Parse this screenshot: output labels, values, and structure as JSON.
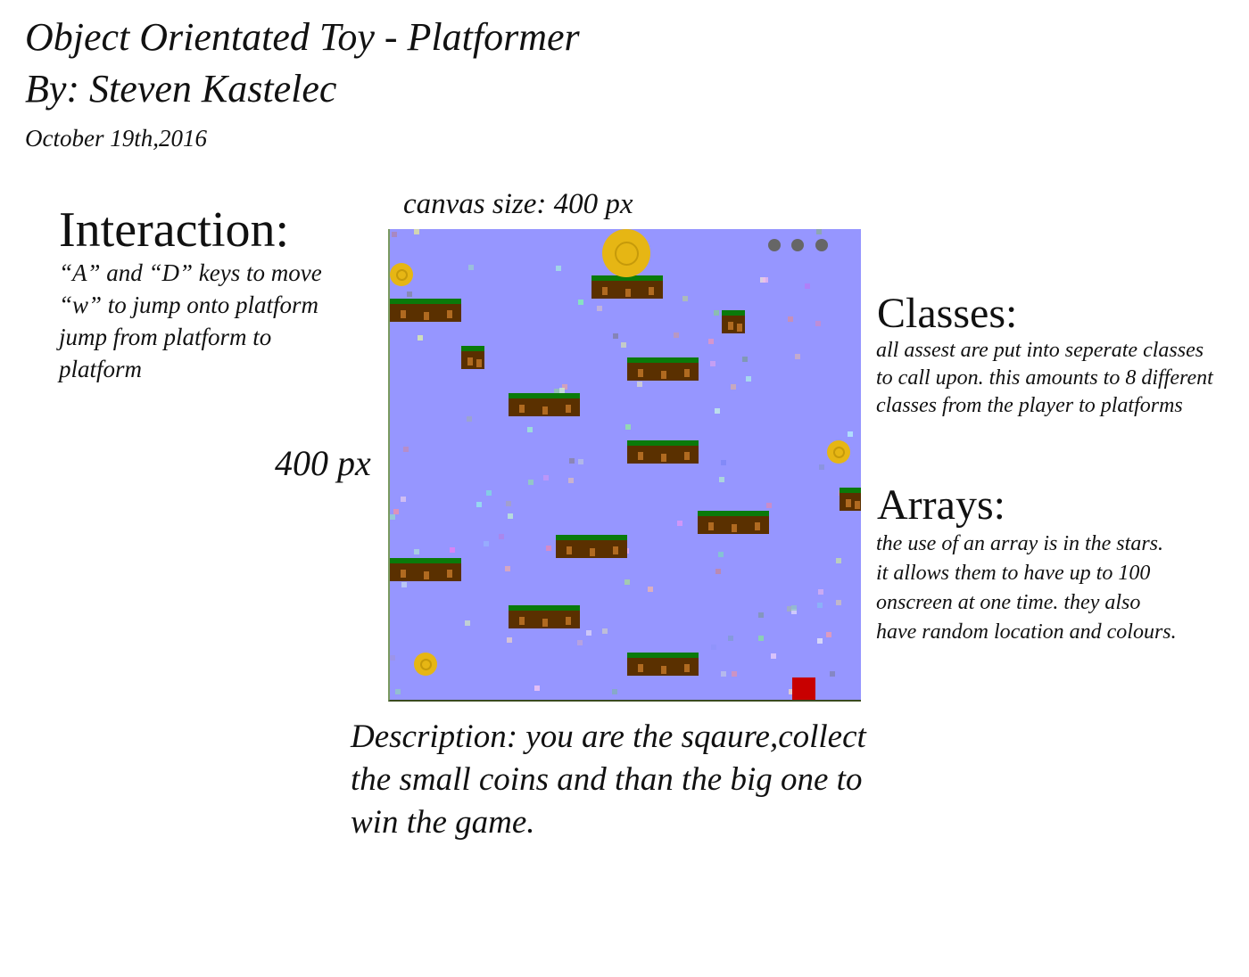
{
  "header": {
    "title": "Object Orientated Toy - Platformer",
    "author": "By: Steven Kastelec",
    "date": "October 19th,2016"
  },
  "canvas": {
    "width_label": "canvas size: 400 px",
    "height_label": "400 px",
    "lives_remaining": 3,
    "small_coins": 3,
    "big_coins": 1,
    "platforms": 13,
    "colors": {
      "sky": "#9696ff",
      "grass": "#0a7a0a",
      "dirt": "#5a3000",
      "coin": "#e6b614",
      "player": "#c80000",
      "lives": "#666666"
    }
  },
  "interaction": {
    "heading": "Interaction:",
    "lines": [
      "“A” and “D” keys to move",
      "“w” to jump onto platform",
      "jump from platform to",
      "platform"
    ]
  },
  "classes": {
    "heading": "Classes:",
    "lines": [
      "all assest are put into seperate classes",
      "to call upon. this amounts to 8 different",
      "classes from the player to platforms"
    ]
  },
  "arrays": {
    "heading": "Arrays:",
    "lines": [
      "the use of an array is in the stars.",
      "it allows them to have up to 100",
      "onscreen at one time. they also",
      "have random location and colours."
    ]
  },
  "description": {
    "lines": [
      "Description: you are the sqaure,collect",
      "the small coins and than the big one to",
      "win the game."
    ]
  }
}
